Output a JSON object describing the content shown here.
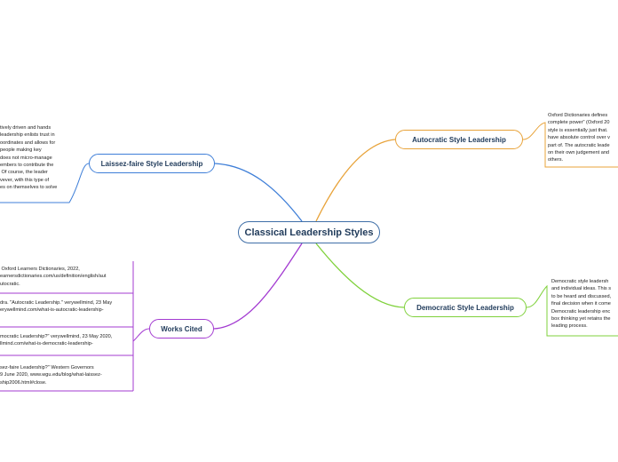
{
  "central": {
    "label": "Classical Leadership Styles"
  },
  "branches": {
    "autocratic": {
      "label": "Autocratic Style Leadership",
      "color": "#e8a33a",
      "note": "Oxford Dictionaries defines\ncomplete power\" (Oxford 20\nstyle is essentially just that. \nhave absolute control over v\npart of. The autocratic leade\non their own judgement and\nothers."
    },
    "democratic": {
      "label": "Democratic Style Leadership",
      "color": "#7fd13b",
      "note": "Democratic style leadersh\nand individual ideas. This s\nto be heard and discussed,\nfinal decision when it come\nDemocratic leadership enc\nbox thinking yet retains the\nleading process."
    },
    "laissez": {
      "label": "Laissez-faire Style Leadership",
      "color": "#3f7fd8",
      "note": "tively driven and hands\nleadership enlists trust in\noordinates and allows for\npeople making key\ndoes not micro-manage\nembers to contribute the\n Of course, the leader\nvever, with this type of\nes on themselves to solve"
    },
    "works": {
      "label": "Works Cited",
      "color": "#a33bd1",
      "citations": [
        " Oxford Learners Dictionaries, 2022,\nearnersdictionaries.com/us/definition/english/aut\nutocratic.",
        "dra. \"Autocratic Leadership.\" verywellmind, 23 May\nerywellmind.com/what-is-autocratic-leadership-",
        "mocratic Leadership?\" verywellmind, 23 May 2020,\nllmind.com/what-is-democratic-leadership-",
        "sez-faire Leadership?\" Western Governors\n9 June 2020, www.wgu.edu/blog/what-laissez-\nship2006.html#close."
      ]
    }
  }
}
